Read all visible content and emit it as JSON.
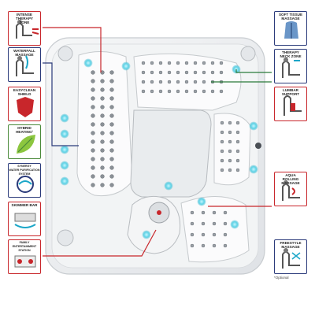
{
  "colors": {
    "red": "#c8262b",
    "navy": "#2a3a7a",
    "green": "#4a8a3a",
    "teal": "#1aa6c8",
    "spa_shell": "#eef0f2",
    "spa_seat": "#f8f9fa",
    "spa_shadow": "#c8ccd0",
    "jet_teal": "#6fd8e8",
    "jet_grey": "#8a9096"
  },
  "callouts_left": [
    {
      "id": "intense",
      "label": "INTENSE THERAPY ZONE",
      "lines": [
        "INTENSE",
        "THERAPY",
        "ZONE"
      ],
      "color": "#c8262b",
      "icon": "seat-jet-icon"
    },
    {
      "id": "waterfall",
      "label": "WATERFALL MASSAGE",
      "lines": [
        "WATERFALL",
        "MASSAGE"
      ],
      "color": "#2a3a7a",
      "icon": "waterfall-seat-icon"
    },
    {
      "id": "easyclean",
      "label": "EASYCLEAN SHIELD",
      "lines": [
        "EASYCLEAN",
        "SHIELD"
      ],
      "color": "#c8262b",
      "icon": "shield-icon"
    },
    {
      "id": "hybrid",
      "label": "HYBRID HEATING",
      "lines": [
        "HYBRID",
        "HEATING¹"
      ],
      "color": "#4a8a3a",
      "icon": "leaf-icon"
    },
    {
      "id": "synergy",
      "label": "SYNERGY WATER PURIFICATION SYSTEM",
      "lines": [
        "SYNERGY",
        "WATER PURIFICATION",
        "SYSTEM"
      ],
      "color": "#2a3a7a",
      "icon": "purifier-icon"
    },
    {
      "id": "skimmer",
      "label": "SKIMMER BAR",
      "lines": [
        "SKIMMER BAR"
      ],
      "color": "#c8262b",
      "icon": "skimmer-icon"
    },
    {
      "id": "family",
      "label": "FAMILY ENTERTAINMENT STATION",
      "lines": [
        "FAMILY",
        "ENTERTAINMENT",
        "STATION"
      ],
      "color": "#c8262b",
      "icon": "entertainment-icon"
    }
  ],
  "callouts_right": [
    {
      "id": "softtissue",
      "label": "SOFT TISSUE MASSAGE",
      "lines": [
        "SOFT TISSUE",
        "MASSAGE"
      ],
      "color": "#2a3a7a",
      "icon": "back-massage-icon"
    },
    {
      "id": "therapy",
      "label": "THERAPY NECK ZONE",
      "lines": [
        "THERAPY",
        "NECK ZONE"
      ],
      "color": "#2a3a7a",
      "icon": "neck-seat-icon"
    },
    {
      "id": "lumbar",
      "label": "LUMBAR SUPPORT",
      "lines": [
        "LUMBAR",
        "SUPPORT"
      ],
      "color": "#c8262b",
      "icon": "lumbar-seat-icon"
    },
    {
      "id": "aqua",
      "label": "AQUA ROLLING MASSAGE",
      "lines": [
        "AQUA",
        "ROLLING",
        "MASSAGE"
      ],
      "color": "#c8262b",
      "icon": "rolling-seat-icon"
    },
    {
      "id": "freestyle",
      "label": "FREESTYLE MASSAGE",
      "lines": [
        "FREESTYLE",
        "MASSAGE"
      ],
      "color": "#2a3a7a",
      "icon": "freestyle-seat-icon"
    }
  ],
  "footnote": "*Optional"
}
